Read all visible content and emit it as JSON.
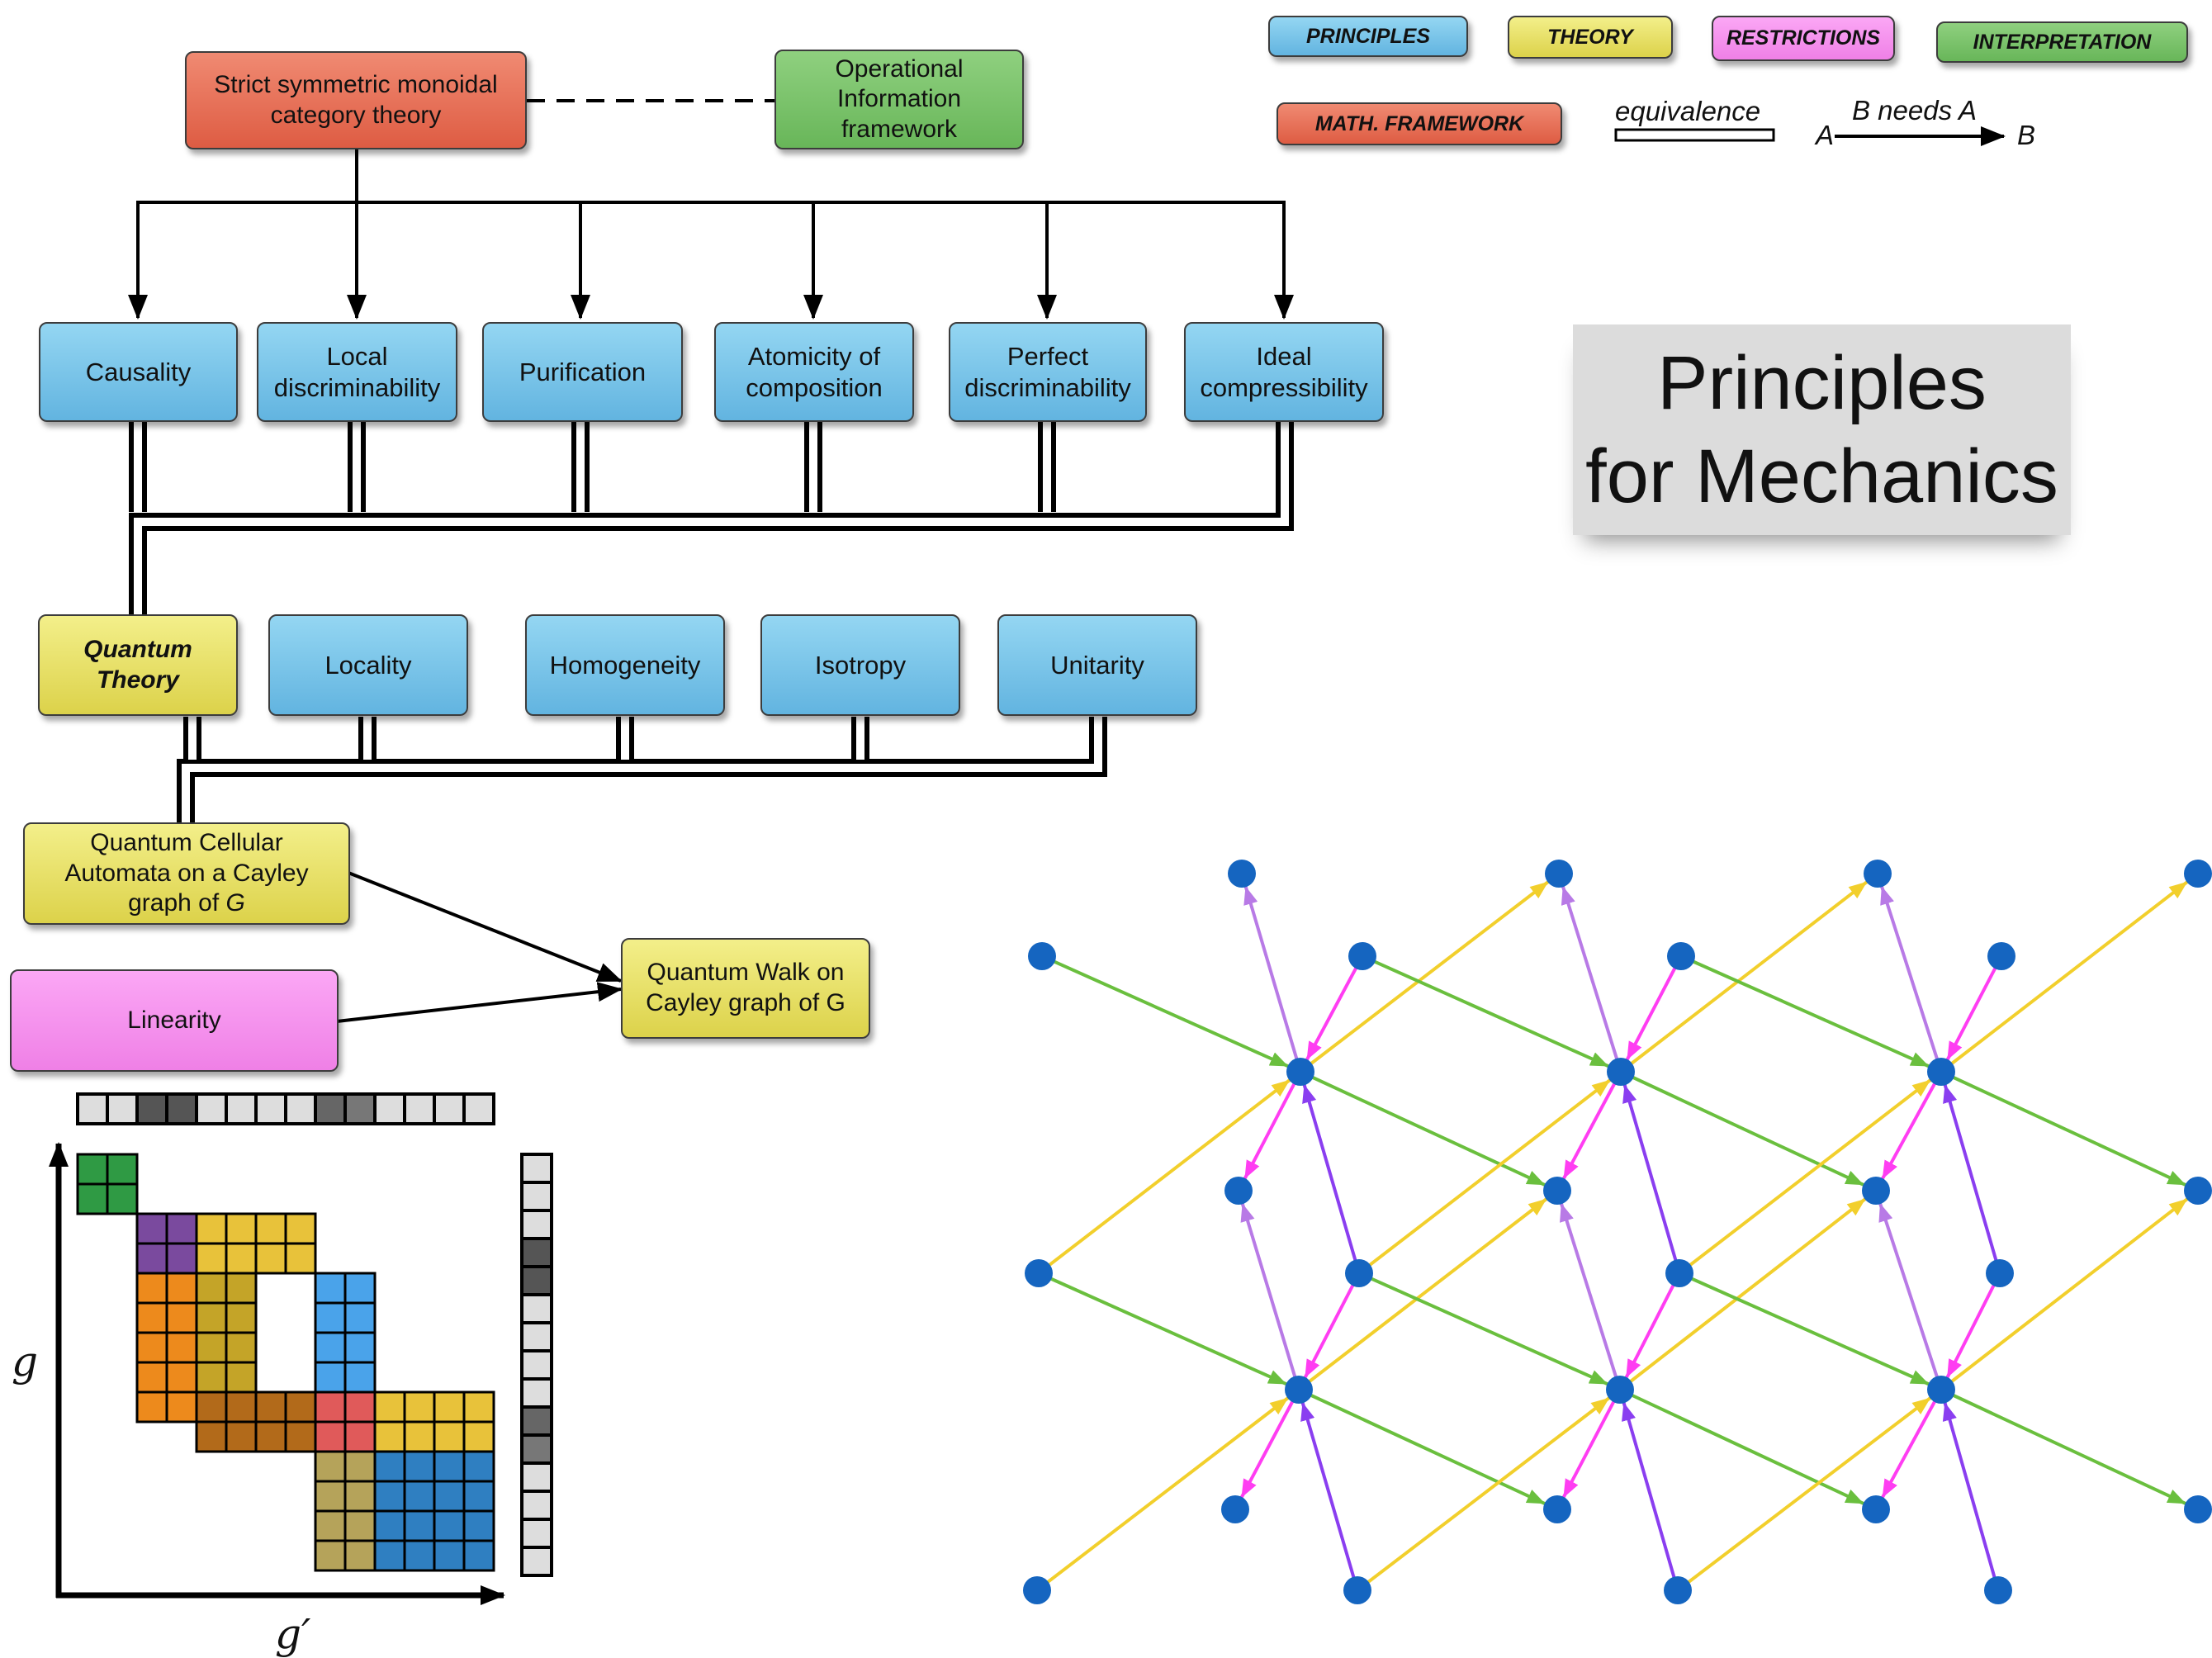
{
  "legend": {
    "principles": "PRINCIPLES",
    "theory": "THEORY",
    "restrictions": "RESTRICTIONS",
    "interpretation": "INTERPRETATION",
    "math_framework": "MATH. FRAMEWORK",
    "equivalence": "equivalence",
    "needs_label": "B needs A",
    "needs_a": "A",
    "needs_b": "B"
  },
  "nodes": {
    "math_framework": "Strict symmetric monoidal\ncategory theory",
    "operational": "Operational\nInformation\nframework",
    "causality": "Causality",
    "local_discriminability": "Local\ndiscriminability",
    "purification": "Purification",
    "atomicity": "Atomicity of\ncomposition",
    "perfect_discriminability": "Perfect\ndiscriminability",
    "ideal_compressibility": "Ideal\ncompressibility",
    "quantum_theory": "Quantum\nTheory",
    "locality": "Locality",
    "homogeneity": "Homogeneity",
    "isotropy": "Isotropy",
    "unitarity": "Unitarity",
    "linearity": "Linearity",
    "quantum_walk": "Quantum Walk on\nCayley graph of G"
  },
  "qca": {
    "line1": "Quantum Cellular",
    "line2": "Automata on a Cayley",
    "line3_prefix": "graph of ",
    "line3_var": "G"
  },
  "title": "Principles\nfor Mechanics",
  "matrix_axes": {
    "y": "g",
    "x": "g′"
  },
  "colors": {
    "principles": "#70bfe8",
    "theory": "#e5de5e",
    "restrictions": "#f38fec",
    "interpretation": "#76c066",
    "math_framework": "#e66a50",
    "lattice_blue": "#1565c0",
    "lattice_green": "#6abf3e",
    "lattice_yellow": "#f2cf2c",
    "lattice_magenta": "#ff3df2",
    "lattice_purple": "#8a3ef0",
    "lattice_lilac": "#b87ae6"
  }
}
